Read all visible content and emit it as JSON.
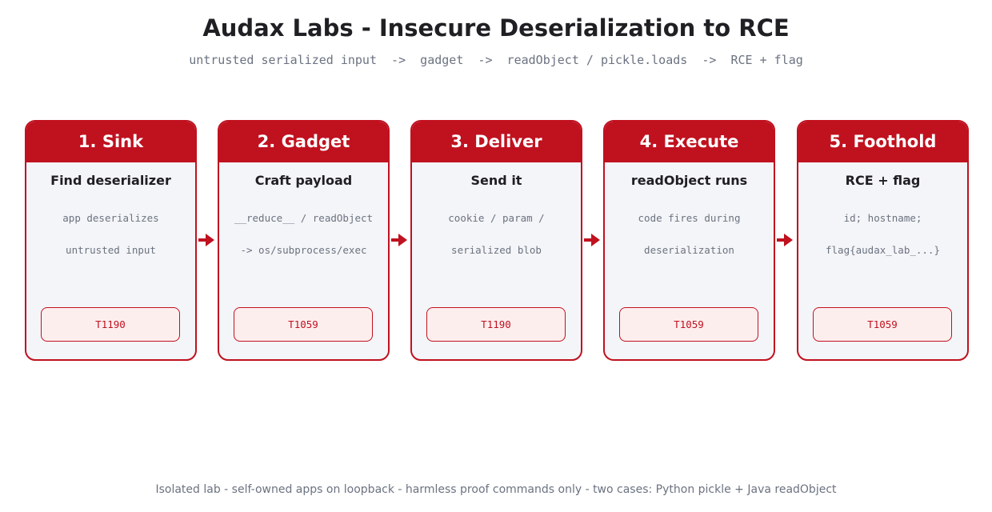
{
  "title": "Audax Labs - Insecure Deserialization to RCE",
  "subtitle": "untrusted serialized input  ->  gadget  ->  readObject / pickle.loads  ->  RCE + flag",
  "steps": [
    {
      "header": "1. Sink",
      "subtitle": "Find deserializer",
      "line1": "app deserializes",
      "line2": "untrusted input",
      "tag": "T1190"
    },
    {
      "header": "2. Gadget",
      "subtitle": "Craft payload",
      "line1": "__reduce__ / readObject",
      "line2": "-> os/subprocess/exec",
      "tag": "T1059"
    },
    {
      "header": "3. Deliver",
      "subtitle": "Send it",
      "line1": "cookie / param /",
      "line2": "serialized blob",
      "tag": "T1190"
    },
    {
      "header": "4. Execute",
      "subtitle": "readObject runs",
      "line1": "code fires during",
      "line2": "deserialization",
      "tag": "T1059"
    },
    {
      "header": "5. Foothold",
      "subtitle": "RCE + flag",
      "line1": "id; hostname;",
      "line2": "flag{audax_lab_...}",
      "tag": "T1059"
    }
  ],
  "footer": "Isolated lab - self-owned apps on loopback - harmless proof commands only - two cases: Python pickle + Java readObject",
  "colors": {
    "accent": "#c0111f",
    "card_bg": "#f4f5f8",
    "tag_bg": "#fdeeee",
    "muted": "#6b7280"
  },
  "icons": {
    "connector": "right-arrow-icon"
  }
}
